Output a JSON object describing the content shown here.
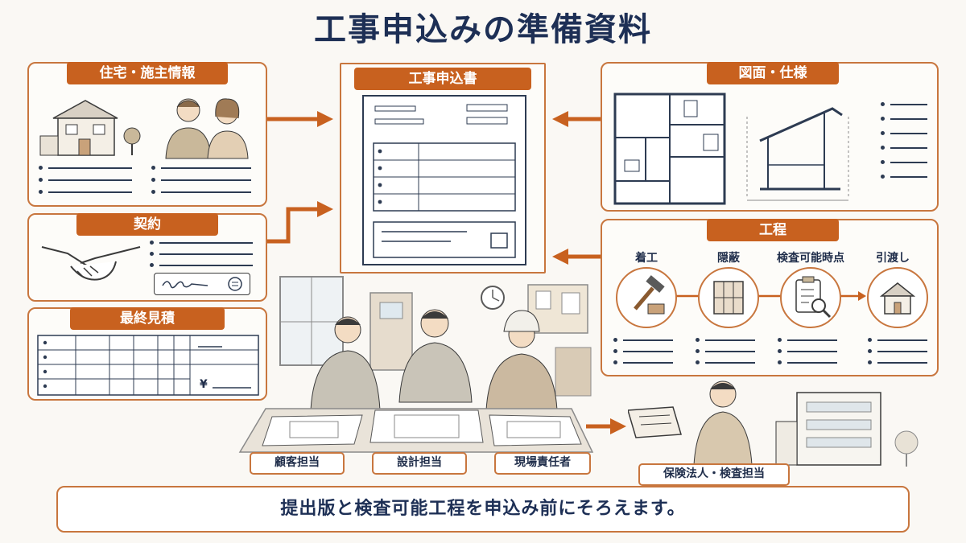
{
  "title": "工事申込みの準備資料",
  "panels": {
    "housing": {
      "tag": "住宅・施主情報"
    },
    "contract": {
      "tag": "契約"
    },
    "estimate": {
      "tag": "最終見積",
      "yen": "¥"
    },
    "application": {
      "tag": "工事申込書"
    },
    "drawings": {
      "tag": "図面・仕様"
    },
    "process": {
      "tag": "工程",
      "steps": [
        {
          "label": "着工",
          "icon": "hammer-icon"
        },
        {
          "label": "隠蔽",
          "icon": "wall-frame-icon"
        },
        {
          "label": "検査可能時点",
          "icon": "clipboard-search-icon"
        },
        {
          "label": "引渡し",
          "icon": "house-icon"
        }
      ]
    }
  },
  "people": {
    "customer": "顧客担当",
    "design": "設計担当",
    "site": "現場責任者",
    "insurer": "保険法人・検査担当"
  },
  "footer": "提出版と検査可能工程を申込み前にそろえます。",
  "colors": {
    "accent": "#c8611f",
    "border": "#c8763e",
    "navy": "#1d2f55"
  }
}
